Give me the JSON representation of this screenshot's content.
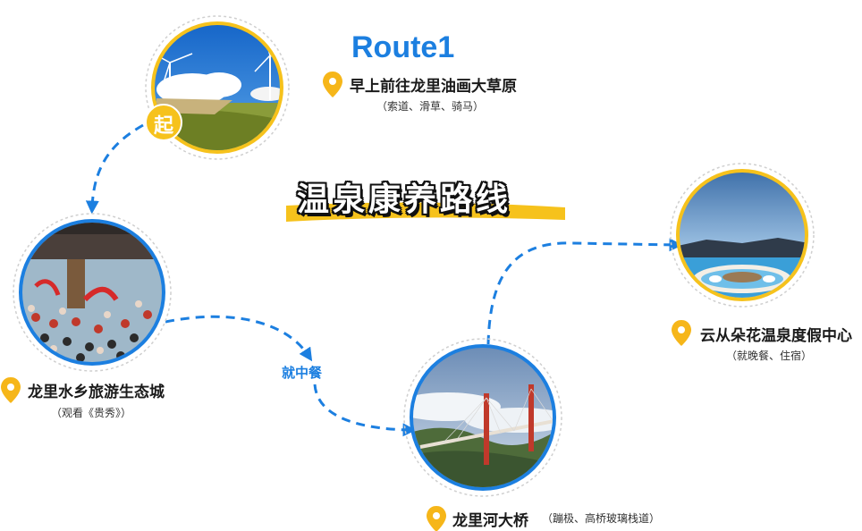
{
  "route_label": "Route1",
  "title": "温泉康养路线",
  "start_badge": "起",
  "meal_label": "就中餐",
  "stops": [
    {
      "name": "早上前往龙里油画大草原",
      "note": "（索道、滑草、骑马）"
    },
    {
      "name": "龙里水乡旅游生态城",
      "note": "（观看《贵秀》）"
    },
    {
      "name": "龙里河大桥",
      "note": "（蹦极、高桥玻璃栈道）"
    },
    {
      "name": "云从朵花温泉度假中心",
      "note": "（就晚餐、住宿）"
    }
  ],
  "colors": {
    "accent": "#1c7fe0",
    "yellow": "#f6c21c",
    "pin": "#f6b619"
  },
  "icons": [
    "map-pin-icon",
    "arrow-icon"
  ]
}
